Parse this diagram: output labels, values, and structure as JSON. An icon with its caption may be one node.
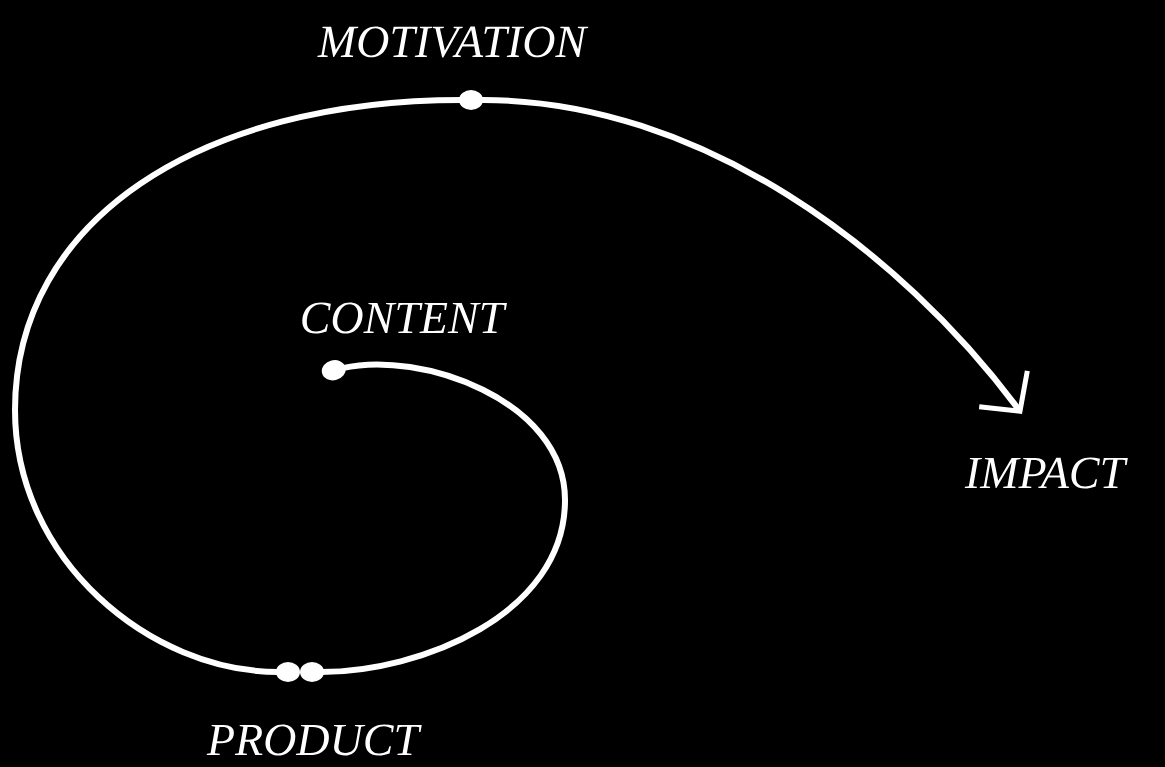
{
  "diagram": {
    "nodes": [
      {
        "text": [
          "CONTENT"
        ]
      },
      {
        "text": [
          "PRODUCT"
        ]
      },
      {
        "text": [
          "MOTIVATION"
        ]
      },
      {
        "text": [
          "IMPACT"
        ]
      }
    ],
    "edges": [
      {
        "from": 0,
        "to": 1,
        "arrow": "other"
      },
      {
        "from": 1,
        "to": 2,
        "arrow": "other"
      },
      {
        "from": 2,
        "to": 3,
        "arrow": "to"
      }
    ]
  }
}
